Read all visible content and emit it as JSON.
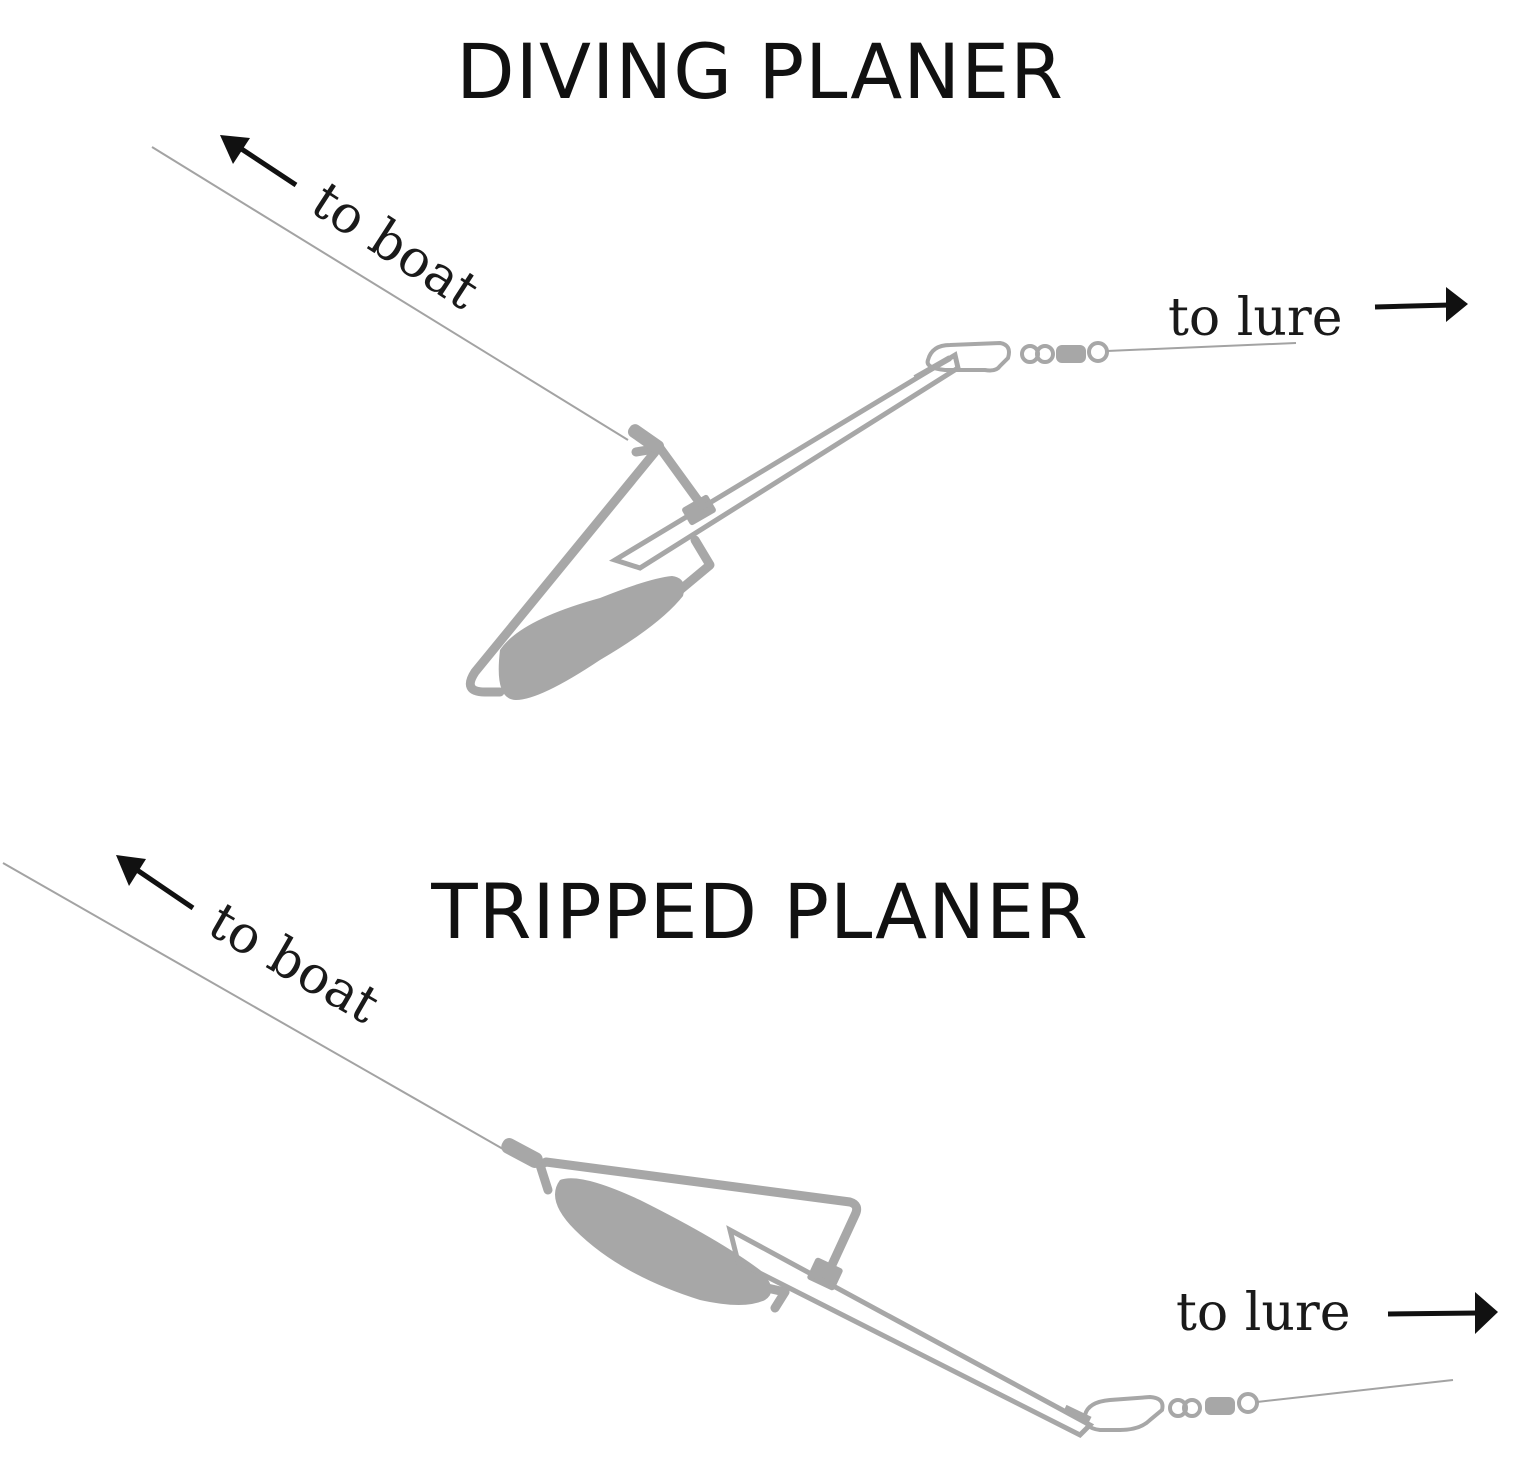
{
  "diagrams": [
    {
      "title": "DIVING PLANER",
      "boat_label": "to boat",
      "lure_label": "to lure"
    },
    {
      "title": "TRIPPED PLANER",
      "boat_label": "to boat",
      "lure_label": "to lure"
    }
  ],
  "colors": {
    "planer_gray": "#a7a7a7",
    "line_gray": "#a3a3a3",
    "text": "#111111"
  }
}
